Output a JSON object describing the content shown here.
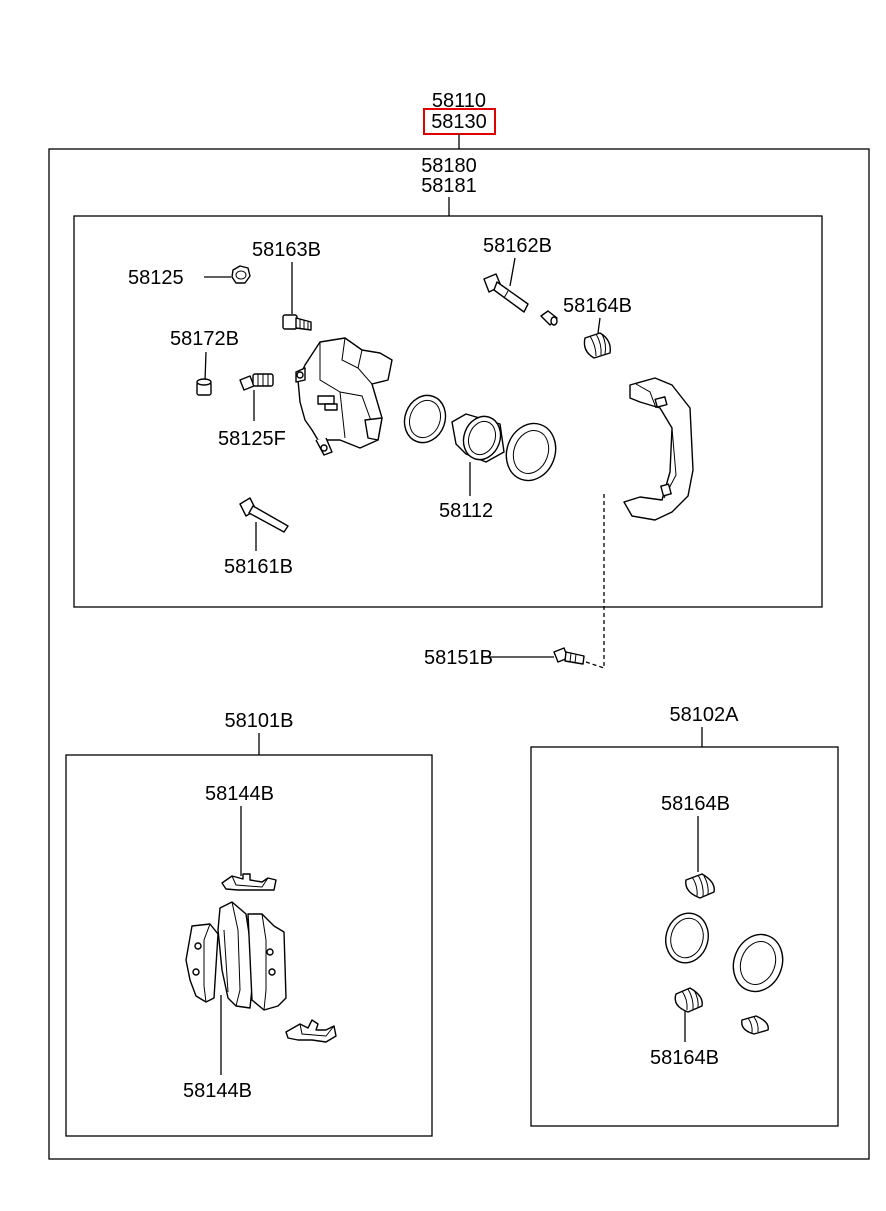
{
  "labels": {
    "top_assembly_1": "58110",
    "top_assembly_2": "58130",
    "caliper_1": "58180",
    "caliper_2": "58181",
    "bolt_left": "58125",
    "bleeder_screw": "58163B",
    "guide_pin_top": "58162B",
    "boot_top": "58164B",
    "cap": "58172B",
    "bleeder_plug": "58125F",
    "piston_seal": "58112",
    "guide_pin_bottom": "58161B",
    "mount_bolt": "58151B",
    "pad_kit": "58101B",
    "pad_clip_top": "58144B",
    "pad_clip_bottom": "58144B",
    "seal_kit": "58102A",
    "seal_boot_top": "58164B",
    "seal_boot_bottom": "58164B"
  },
  "highlight": {
    "color": "#e00000",
    "target": "58130"
  }
}
